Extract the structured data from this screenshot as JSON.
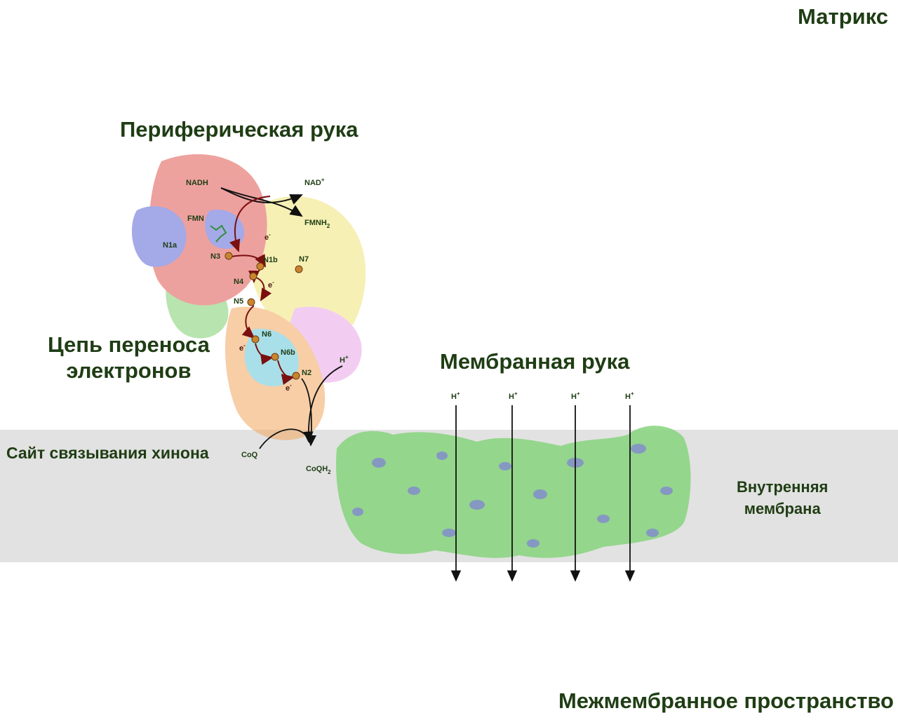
{
  "regions": {
    "matrix": "Матрикс",
    "intermembrane_space": "Межмембранное пространство",
    "inner_membrane_line1": "Внутренняя",
    "inner_membrane_line2": "мембрана"
  },
  "arms": {
    "peripheral": "Периферическая рука",
    "membrane": "Мембранная рука",
    "etc_line1": "Цепь переноса",
    "etc_line2": "электронов",
    "quinone_site": "Сайт связывания хинона"
  },
  "molecules": {
    "nadh": "NADH",
    "nad_plus": "NAD",
    "nad_sup": "+",
    "fmn": "FMN",
    "fmnh2": "FMNH",
    "fmnh2_sub": "2",
    "coq": "CoQ",
    "coqh2": "CoQH",
    "coqh2_sub": "2",
    "proton": "H",
    "proton_sup": "+",
    "electron": "e",
    "electron_sup": "-"
  },
  "clusters": {
    "n1a": "N1a",
    "n3": "N3",
    "n1b": "N1b",
    "n7": "N7",
    "n4": "N4",
    "n5": "N5",
    "n6": "N6",
    "n6b": "N6b",
    "n2": "N2"
  },
  "colors": {
    "label_green": "#1f3d14",
    "membrane_gray": "#e2e2e2",
    "electron_path": "#7a1010",
    "protein_red": "#e0564f",
    "protein_yellow": "#efe47a",
    "protein_blue": "#5b63d6",
    "protein_orange": "#f2a75e",
    "protein_green": "#7fcf6e",
    "protein_pink": "#e9a6e6",
    "protein_cyan": "#63c6d8",
    "membrane_protein_green": "#86d47c",
    "membrane_protein_blue": "#7f7fd8"
  }
}
